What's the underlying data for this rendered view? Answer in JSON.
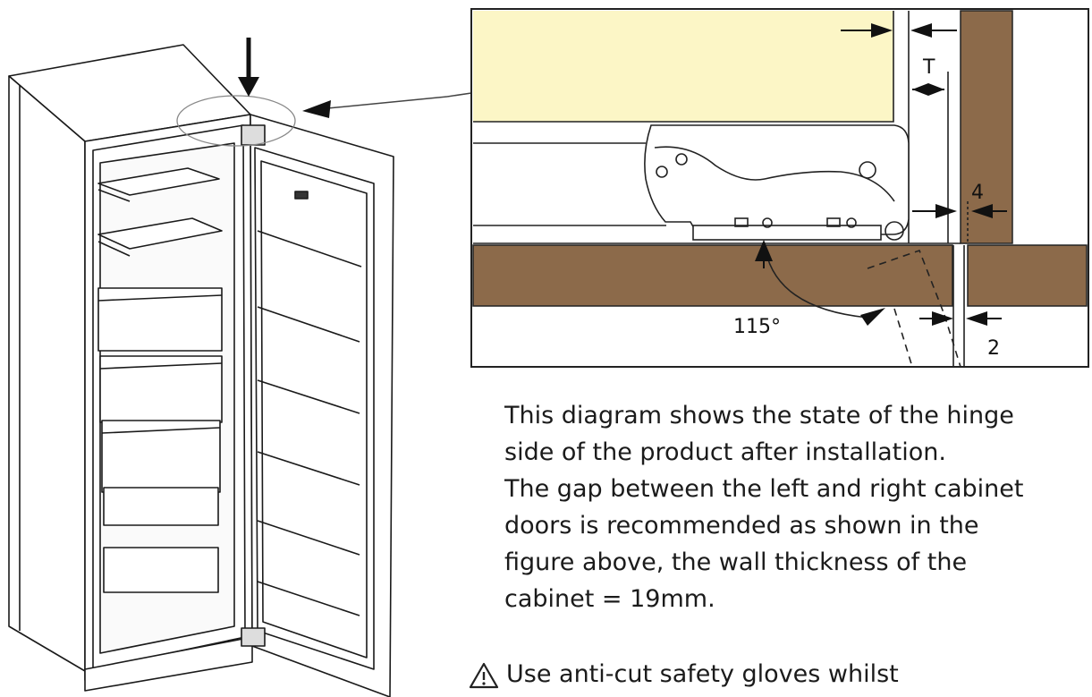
{
  "diagram": {
    "labels": {
      "t": "T",
      "four": "4",
      "angle": "115°",
      "two": "2"
    }
  },
  "text": {
    "lines": [
      "This diagram shows the state of the hinge",
      "side of the product after installation.",
      "The gap between the left and right cabinet",
      "doors is recommended as shown in the",
      "figure above, the wall thickness of the",
      "cabinet = 19mm."
    ],
    "warning": "Use anti-cut safety gloves whilst"
  },
  "icons": {
    "warning": "warning-triangle-icon"
  },
  "colors": {
    "wood": "#8c6a4a",
    "panel": "#fcf6c6"
  }
}
